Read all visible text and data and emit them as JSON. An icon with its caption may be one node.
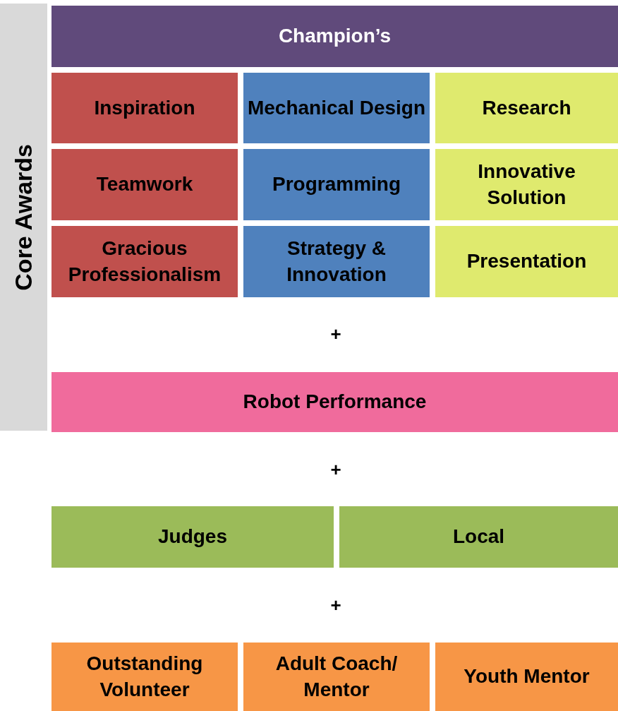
{
  "diagram": {
    "nodes": [
      {
        "text": [
          "Core Awards"
        ]
      },
      {
        "text": [
          "Champion’s"
        ]
      },
      {
        "text": [
          "Inspiration"
        ]
      },
      {
        "text": [
          "Mechanical Design"
        ]
      },
      {
        "text": [
          "Research"
        ]
      },
      {
        "text": [
          "Teamwork"
        ]
      },
      {
        "text": [
          "Programming"
        ]
      },
      {
        "text": [
          "Innovative Solution"
        ]
      },
      {
        "text": [
          "Gracious Professionalism"
        ]
      },
      {
        "text": [
          "Strategy & Innovation"
        ]
      },
      {
        "text": [
          "Presentation"
        ]
      },
      {
        "text": [
          "Robot Performance"
        ]
      },
      {
        "text": [
          "Judges"
        ]
      },
      {
        "text": [
          "Local"
        ]
      },
      {
        "text": [
          "Outstanding Volunteer"
        ]
      },
      {
        "text": [
          "Adult Coach/ Mentor"
        ]
      },
      {
        "text": [
          "Youth Mentor"
        ]
      }
    ],
    "edges": [],
    "labels": [
      "+",
      "+",
      "+"
    ]
  }
}
